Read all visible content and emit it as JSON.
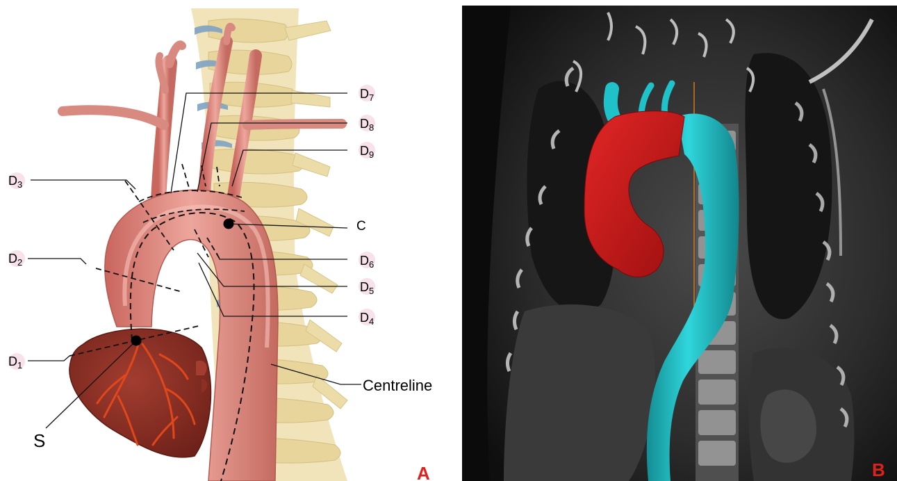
{
  "panel_a": {
    "panel_label": "A",
    "labels": {
      "d1": {
        "base": "D",
        "sub": "1"
      },
      "d2": {
        "base": "D",
        "sub": "2"
      },
      "d3": {
        "base": "D",
        "sub": "3"
      },
      "d4": {
        "base": "D",
        "sub": "4"
      },
      "d5": {
        "base": "D",
        "sub": "5"
      },
      "d6": {
        "base": "D",
        "sub": "6"
      },
      "d7": {
        "base": "D",
        "sub": "7"
      },
      "d8": {
        "base": "D",
        "sub": "8"
      },
      "d9": {
        "base": "D",
        "sub": "9"
      },
      "c": "C",
      "s": "S",
      "centreline": "Centreline"
    }
  },
  "panel_b": {
    "panel_label": "B"
  },
  "colors": {
    "aorta": "#d98a80",
    "heart": "#8e2f24",
    "spine": "#ecdca8",
    "disc": "#7fa3c2",
    "segmented_red": "#cc1a1a",
    "segmented_cyan": "#1ec2c8",
    "panel_label": "#e0201c"
  }
}
